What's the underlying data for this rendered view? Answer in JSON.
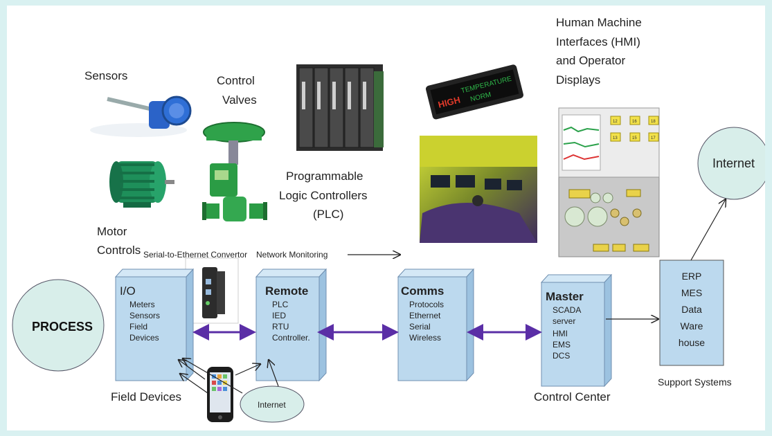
{
  "labels": {
    "sensors": "Sensors",
    "control_valves": [
      "Control",
      "Valves"
    ],
    "motor_controls": [
      "Motor",
      "Controls"
    ],
    "plc": [
      "Programmable",
      "Logic Controllers",
      "(PLC)"
    ],
    "hmi": [
      "Human Machine",
      "Interfaces (HMI)",
      "and Operator",
      "Displays"
    ],
    "serial_convertor": "Serial-to-Ethernet Convertor",
    "network_monitoring": "Network Monitoring",
    "field_devices": "Field Devices",
    "control_center": "Control Center",
    "support_systems": "Support Systems"
  },
  "bubbles": {
    "process": "PROCESS",
    "internet_top": "Internet",
    "internet_bottom": "Internet"
  },
  "boxes": {
    "io": {
      "title": "I/O",
      "items": [
        "Meters",
        "Sensors",
        "Field",
        "Devices"
      ]
    },
    "remote": {
      "title": "Remote",
      "items": [
        "PLC",
        "IED",
        "RTU",
        "Controller."
      ]
    },
    "comms": {
      "title": "Comms",
      "items": [
        "Protocols",
        "Ethernet",
        "Serial",
        "Wireless"
      ]
    },
    "master": {
      "title": "Master",
      "items": [
        "SCADA",
        "server",
        "HMI",
        "EMS",
        "DCS"
      ]
    },
    "support": {
      "items": [
        "ERP",
        "MES",
        "Data",
        "Ware",
        "house"
      ]
    }
  },
  "hmi_screen": {
    "top_cells": [
      "12",
      "16",
      "18",
      "13",
      "15",
      "17"
    ]
  },
  "display_sign": [
    "HIGH",
    "TEMPERATURE",
    "NORM"
  ],
  "colors": {
    "box_fill": "#bcd9ee",
    "box_stroke": "#6f8fb0",
    "bubble_fill": "#d8eeea",
    "arrow_purple": "#5a2ea6",
    "background": "#d9f1f1"
  }
}
